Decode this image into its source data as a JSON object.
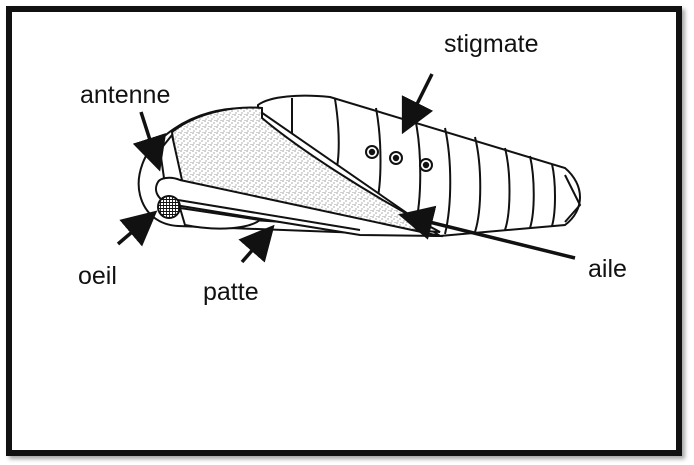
{
  "labels": {
    "stigmate": "stigmate",
    "antenne": "antenne",
    "oeil": "oeil",
    "patte": "patte",
    "aile": "aile"
  },
  "colors": {
    "ink": "#111111",
    "border": "#111111",
    "background": "#ffffff",
    "wing_fill": "#e6e6e6"
  }
}
